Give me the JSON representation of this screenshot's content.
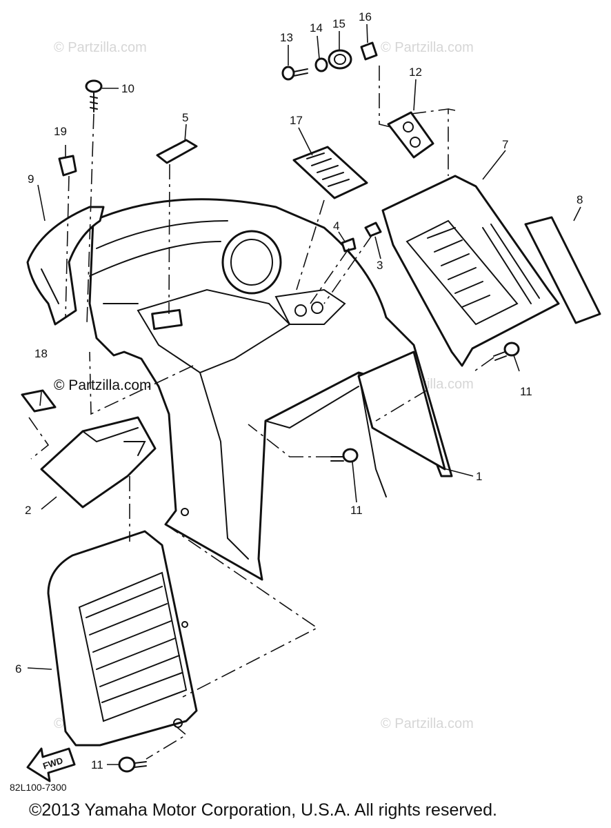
{
  "diagram": {
    "code": "82L100-7300",
    "copyright": "©2013 Yamaha Motor Corporation, U.S.A. All rights reserved.",
    "fwd_label": "FWD",
    "watermark": "© Partzilla.com",
    "callouts": {
      "c1": "1",
      "c2": "2",
      "c3": "3",
      "c4": "4",
      "c5": "5",
      "c6": "6",
      "c7": "7",
      "c8": "8",
      "c9": "9",
      "c10": "10",
      "c11a": "11",
      "c11b": "11",
      "c11c": "11",
      "c12": "12",
      "c13": "13",
      "c14": "14",
      "c15": "15",
      "c16": "16",
      "c17": "17",
      "c18": "18",
      "c19": "19"
    }
  }
}
